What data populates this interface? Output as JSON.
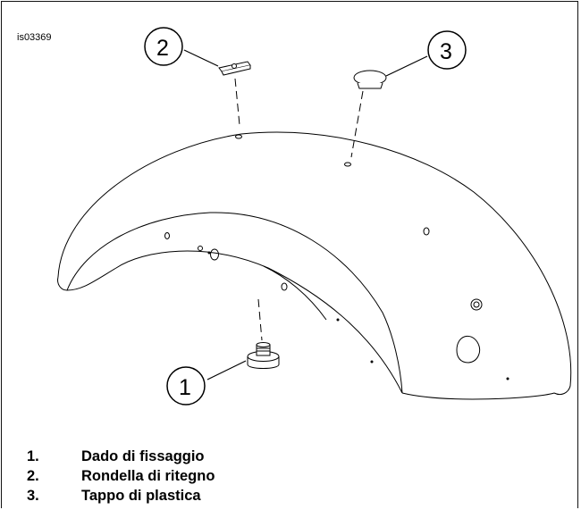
{
  "figure": {
    "id": "is03369"
  },
  "callouts": [
    {
      "number": "1"
    },
    {
      "number": "2"
    },
    {
      "number": "3"
    }
  ],
  "legend": [
    {
      "number": "1.",
      "label": "Dado di fissaggio"
    },
    {
      "number": "2.",
      "label": "Rondella di ritegno"
    },
    {
      "number": "3.",
      "label": "Tappo di plastica"
    }
  ]
}
